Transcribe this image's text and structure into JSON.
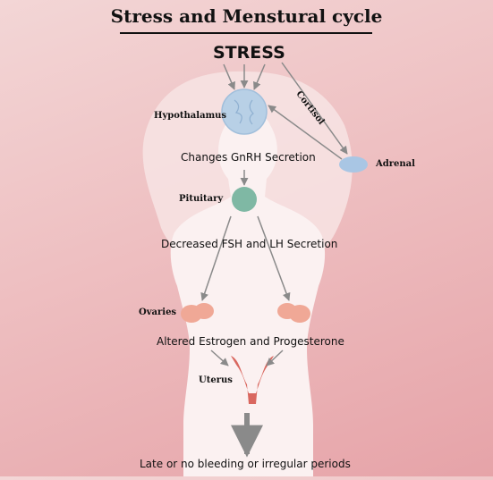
{
  "title": "Stress and Menstural cycle",
  "labels": {
    "stress": "STRESS",
    "cortisol": "Cortisol",
    "hypothalamus": "Hypothalamus",
    "adrenal": "Adrenal",
    "gnrh": "Changes GnRH Secretion",
    "pituitary": "Pituitary",
    "fsh_lh": "Decreased FSH and LH Secretion",
    "ovaries": "Ovaries",
    "hormones": "Altered Estrogen and Progesterone",
    "uterus": "Uterus",
    "outcome": "Late or no bleeding or irregular periods"
  },
  "colors": {
    "background": "#eebfc1",
    "body": "#fbf1f1",
    "hair": "#f7e4e4",
    "brain": "#b8d0e6",
    "pituitary": "#7fb8a4",
    "adrenal": "#a9c6e4",
    "ovary": "#f0a896",
    "uterus": "#d9675f",
    "arrow": "#8a8a8a"
  }
}
